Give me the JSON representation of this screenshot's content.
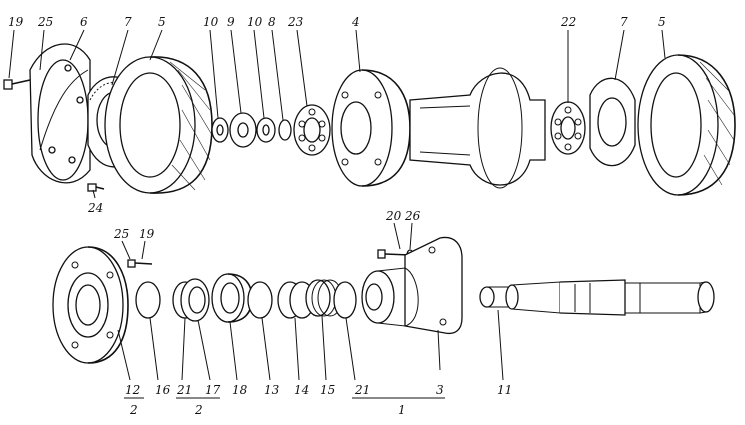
{
  "diagram": {
    "labels_top": [
      "19",
      "25",
      "6",
      "7",
      "5",
      "10",
      "9",
      "10",
      "8",
      "23",
      "4",
      "22",
      "7",
      "5"
    ],
    "labels_mid": [
      "24",
      "25",
      "19",
      "20",
      "26"
    ],
    "labels_bottom": [
      "12",
      "16",
      "21",
      "17",
      "18",
      "13",
      "14",
      "15",
      "21",
      "3",
      "11"
    ],
    "group_labels": [
      "2",
      "2",
      "1"
    ]
  }
}
